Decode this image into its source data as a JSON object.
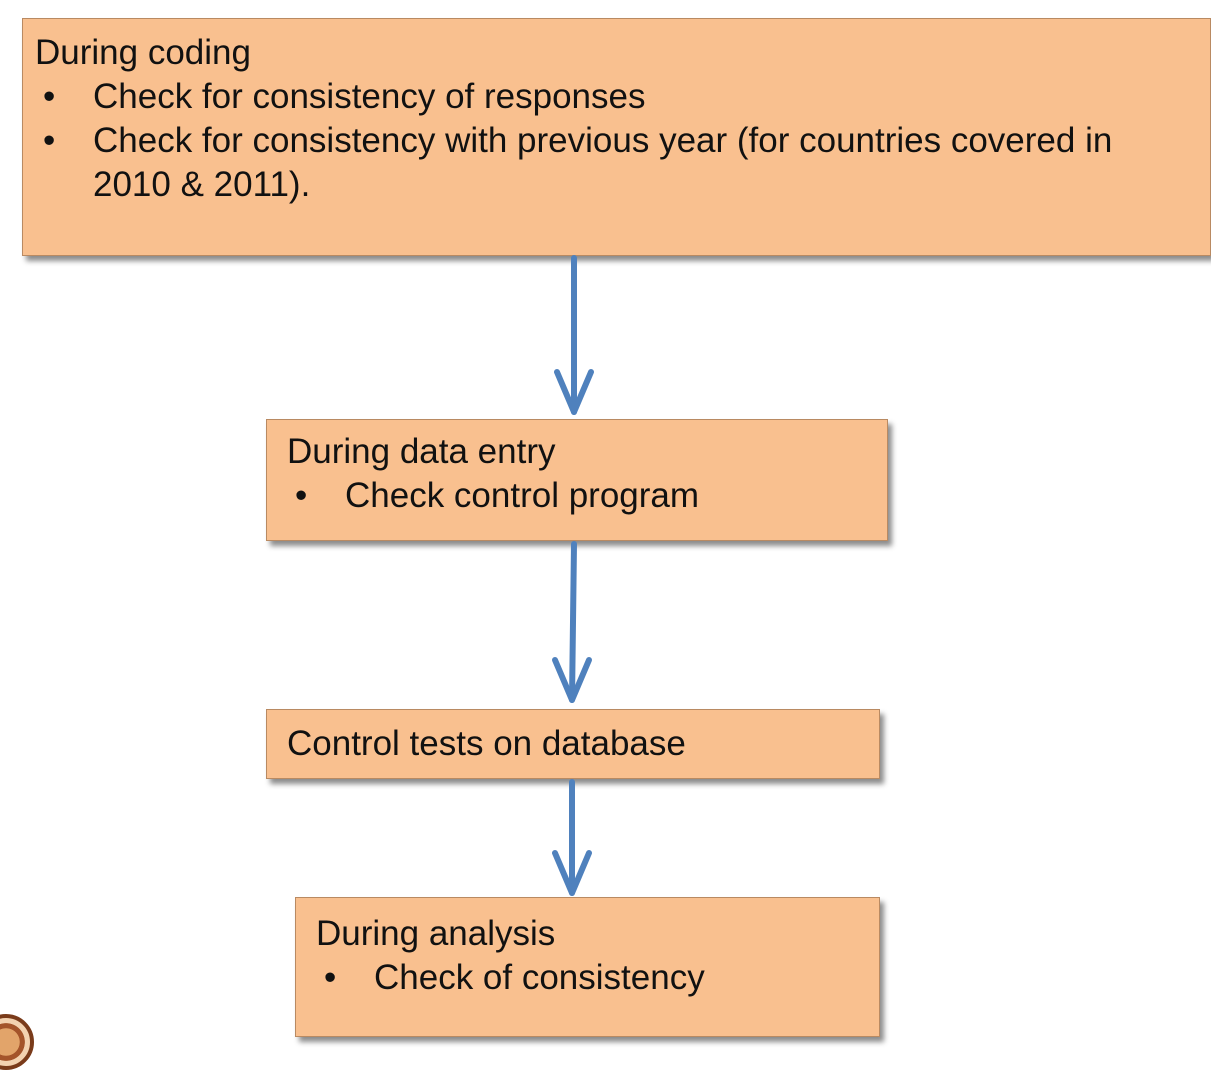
{
  "steps": [
    {
      "title": "During coding",
      "bullets": [
        "Check for consistency of responses",
        "Check for consistency with previous year (for countries covered in 2010 & 2011)."
      ]
    },
    {
      "title": "During data entry",
      "bullets": [
        "Check control program"
      ]
    },
    {
      "title": "Control tests on database",
      "bullets": []
    },
    {
      "title": "During analysis",
      "bullets": [
        "Check of consistency"
      ]
    }
  ],
  "bullet_char": "•",
  "colors": {
    "box_fill": "#f9c08f",
    "box_border": "#b98a62",
    "arrow": "#4f81bd"
  }
}
